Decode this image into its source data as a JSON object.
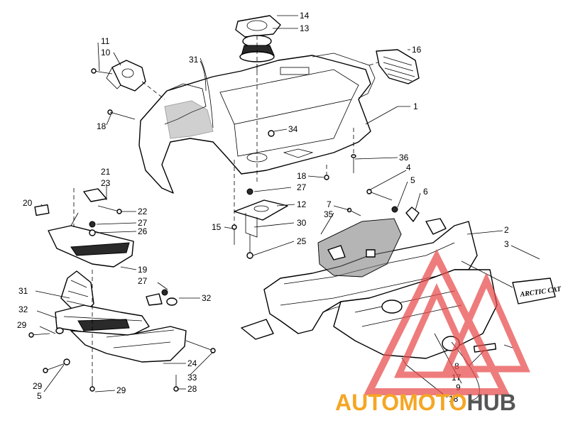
{
  "callouts": [
    {
      "id": "c14",
      "text": "14"
    },
    {
      "id": "c13",
      "text": "13"
    },
    {
      "id": "c11",
      "text": "11"
    },
    {
      "id": "c10",
      "text": "10"
    },
    {
      "id": "c16",
      "text": "16"
    },
    {
      "id": "c31a",
      "text": "31"
    },
    {
      "id": "c1",
      "text": "1"
    },
    {
      "id": "c18a",
      "text": "18"
    },
    {
      "id": "c34",
      "text": "34"
    },
    {
      "id": "c36",
      "text": "36"
    },
    {
      "id": "c18b",
      "text": "18"
    },
    {
      "id": "c4",
      "text": "4"
    },
    {
      "id": "c21",
      "text": "21"
    },
    {
      "id": "c23",
      "text": "23"
    },
    {
      "id": "c27a",
      "text": "27"
    },
    {
      "id": "c5a",
      "text": "5"
    },
    {
      "id": "c6",
      "text": "6"
    },
    {
      "id": "c20",
      "text": "20"
    },
    {
      "id": "c22",
      "text": "22"
    },
    {
      "id": "c12",
      "text": "12"
    },
    {
      "id": "c7",
      "text": "7"
    },
    {
      "id": "c35",
      "text": "35"
    },
    {
      "id": "c27b",
      "text": "27"
    },
    {
      "id": "c15",
      "text": "15"
    },
    {
      "id": "c30",
      "text": "30"
    },
    {
      "id": "c26",
      "text": "26"
    },
    {
      "id": "c2",
      "text": "2"
    },
    {
      "id": "c25",
      "text": "25"
    },
    {
      "id": "c3",
      "text": "3"
    },
    {
      "id": "c19",
      "text": "19"
    },
    {
      "id": "c27c",
      "text": "27"
    },
    {
      "id": "c31b",
      "text": "31"
    },
    {
      "id": "c32a",
      "text": "32"
    },
    {
      "id": "c32b",
      "text": "32"
    },
    {
      "id": "c29a",
      "text": "29"
    },
    {
      "id": "c24",
      "text": "24"
    },
    {
      "id": "c33",
      "text": "33"
    },
    {
      "id": "c29b",
      "text": "29"
    },
    {
      "id": "c5b",
      "text": "5"
    },
    {
      "id": "c28",
      "text": "28"
    },
    {
      "id": "c29c",
      "text": "29"
    },
    {
      "id": "c8",
      "text": "8"
    },
    {
      "id": "c17",
      "text": "17"
    },
    {
      "id": "c9",
      "text": "9"
    },
    {
      "id": "c18c",
      "text": "18"
    }
  ],
  "decal_text": "ARCTIC CAT",
  "watermark": {
    "part1": "AUTOMOTO",
    "part2": "HUB",
    "color_red": "#e84a4a",
    "color_orange": "#f5a623",
    "color_dark": "#555555"
  }
}
